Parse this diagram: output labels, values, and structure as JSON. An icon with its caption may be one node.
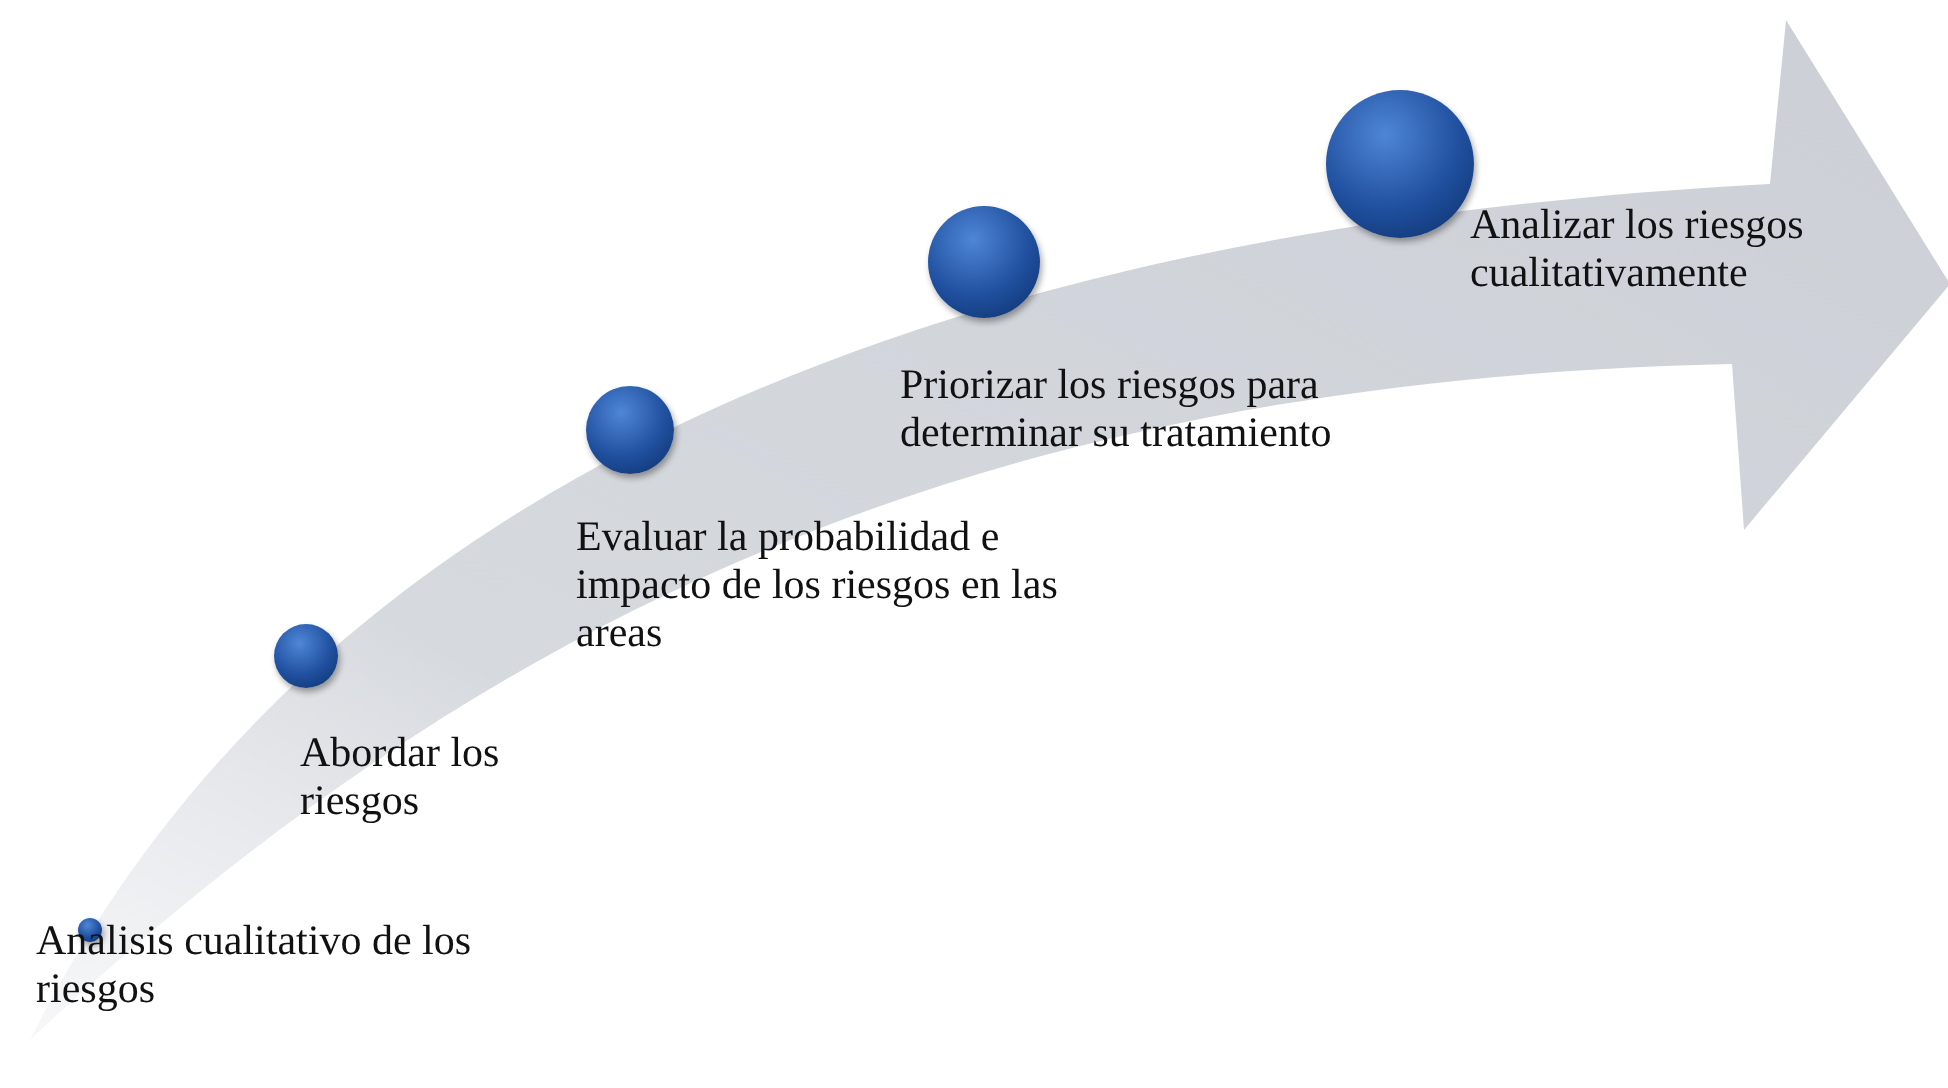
{
  "diagram": {
    "nodes": [
      {
        "text": [
          "Analisis cualitativo de los riesgos"
        ]
      },
      {
        "text": [
          "Abordar los riesgos"
        ]
      },
      {
        "text": [
          "Evaluar la probabilidad e impacto de los riesgos en las areas"
        ]
      },
      {
        "text": [
          "Priorizar los riesgos para determinar su tratamiento"
        ]
      },
      {
        "text": [
          "Analizar los riesgos cualitativamente"
        ]
      }
    ]
  }
}
